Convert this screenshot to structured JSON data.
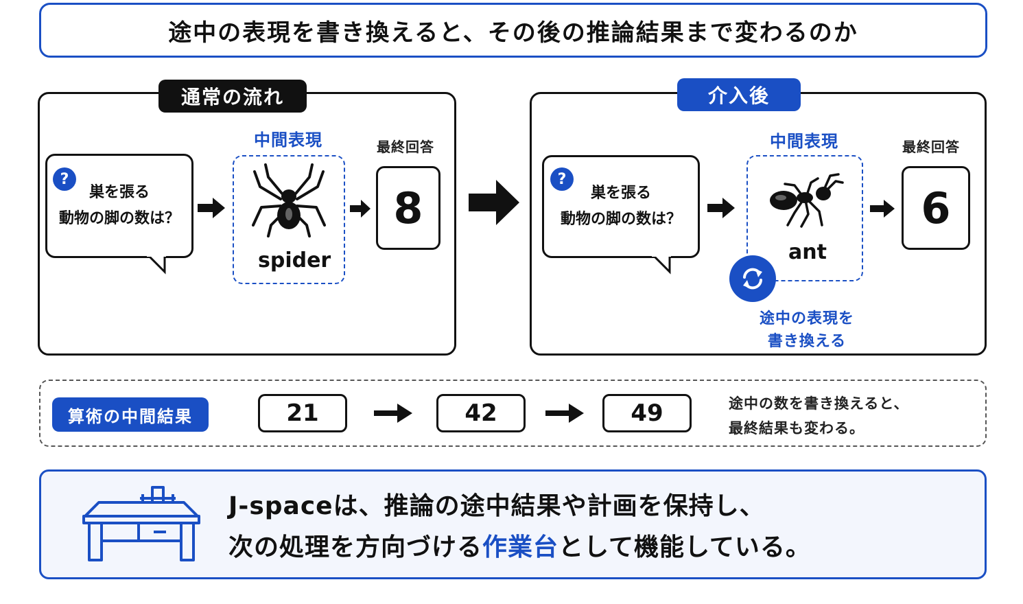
{
  "title": "途中の表現を書き換えると、その後の推論結果まで変わるのか",
  "normal_flow": {
    "tag": "通常の流れ",
    "question_icon": "?",
    "question_line1": "巣を張る",
    "question_line2": "動物の脚の数は？",
    "mid_label": "中間表現",
    "mid_icon": "spider-icon",
    "mid_word": "spider",
    "final_label": "最終回答",
    "final_answer": "8"
  },
  "intervened_flow": {
    "tag": "介入後",
    "question_icon": "?",
    "question_line1": "巣を張る",
    "question_line2": "動物の脚の数は？",
    "mid_label": "中間表現",
    "mid_icon": "ant-icon",
    "mid_word": "ant",
    "rewrite_icon": "refresh-icon",
    "rewrite_line1": "途中の表現を",
    "rewrite_line2": "書き換える",
    "final_label": "最終回答",
    "final_answer": "6"
  },
  "arithmetic": {
    "tag": "算術の中間結果",
    "values": [
      "21",
      "42",
      "49"
    ],
    "note_line1": "途中の数を書き換えると、",
    "note_line2": "最終結果も変わる。"
  },
  "bottom": {
    "icon": "workbench-icon",
    "line1": "J-spaceは、推論の途中結果や計画を保持し、",
    "line2_before": "次の処理を方向づける",
    "line2_highlight": "作業台",
    "line2_after": "として機能している。"
  },
  "colors": {
    "accent": "#1a4fc4",
    "ink": "#111111"
  }
}
